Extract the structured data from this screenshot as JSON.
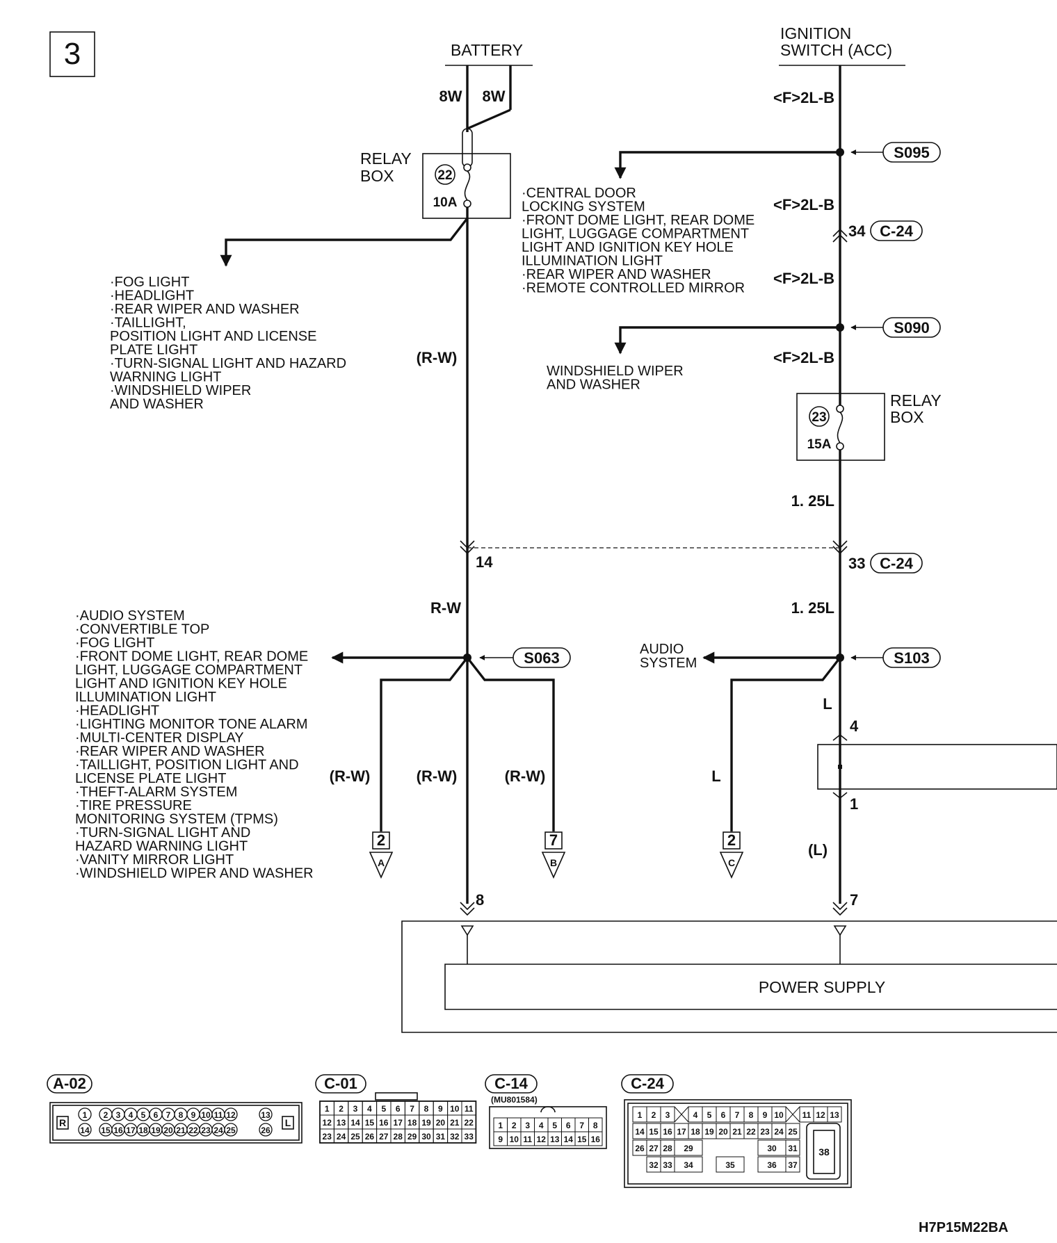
{
  "page_number": "3",
  "diagram_code": "H7P15M22BA",
  "sources": {
    "battery": "BATTERY",
    "ignition_line1": "IGNITION",
    "ignition_line2": "SWITCH (ACC)"
  },
  "wire_labels": {
    "bat_left": "8W",
    "bat_right": "8W",
    "ign_top": "<F>2L-B",
    "ign_2": "<F>2L-B",
    "ign_3": "<F>2L-B",
    "ign_4": "<F>2L-B",
    "left_paren": "(R-W)",
    "left_rw": "R-W",
    "right_125a": "1. 25L",
    "right_125b": "1. 25L",
    "right_L": "L",
    "right_paren_L": "(L)",
    "branch_a": "(R-W)",
    "branch_mid": "(R-W)",
    "branch_b": "(R-W)",
    "branch_c": "L"
  },
  "relay_box_left": {
    "line1": "RELAY",
    "line2": "BOX",
    "fuse_no": "22",
    "rating": "10A"
  },
  "relay_box_right": {
    "line1": "RELAY",
    "line2": "BOX",
    "fuse_no": "23",
    "rating": "15A"
  },
  "splices": {
    "s095": "S095",
    "s090": "S090",
    "s063": "S063",
    "s103": "S103"
  },
  "connector_pins": {
    "c24_34": "34",
    "c24_34_conn": "C-24",
    "c24_33": "33",
    "c24_33_conn": "C-24",
    "pin14": "14",
    "pin4": "4",
    "pin1": "1",
    "pin8": "8",
    "pin7": "7"
  },
  "relay_fuse_branch": [
    "·FOG LIGHT",
    "·HEADLIGHT",
    "·REAR WIPER AND WASHER",
    "·TAILLIGHT,",
    " POSITION LIGHT AND LICENSE",
    " PLATE LIGHT",
    "·TURN-SIGNAL LIGHT AND HAZARD",
    " WARNING LIGHT",
    "·WINDSHIELD WIPER",
    " AND WASHER"
  ],
  "s095_branch": [
    "·CENTRAL DOOR",
    " LOCKING SYSTEM",
    "·FRONT DOME LIGHT, REAR DOME",
    " LIGHT, LUGGAGE COMPARTMENT",
    " LIGHT AND IGNITION KEY HOLE",
    " ILLUMINATION LIGHT",
    "·REAR WIPER AND WASHER",
    "·REMOTE CONTROLLED MIRROR"
  ],
  "s090_branch": [
    "WINDSHIELD WIPER",
    "AND WASHER"
  ],
  "s063_branch": [
    "·AUDIO SYSTEM",
    "·CONVERTIBLE TOP",
    "·FOG LIGHT",
    "·FRONT DOME LIGHT, REAR DOME",
    " LIGHT, LUGGAGE COMPARTMENT",
    " LIGHT AND IGNITION KEY HOLE",
    " ILLUMINATION LIGHT",
    "·HEADLIGHT",
    "·LIGHTING MONITOR TONE ALARM",
    "·MULTI-CENTER DISPLAY",
    "·REAR WIPER AND WASHER",
    "·TAILLIGHT, POSITION LIGHT AND",
    " LICENSE PLATE LIGHT",
    "·THEFT-ALARM SYSTEM",
    "·TIRE PRESSURE",
    " MONITORING SYSTEM (TPMS)",
    "·TURN-SIGNAL LIGHT AND",
    " HAZARD WARNING LIGHT",
    "·VANITY MIRROR LIGHT",
    "·WINDSHIELD WIPER AND WASHER"
  ],
  "s103_branch": {
    "line1": "AUDIO",
    "line2": "SYSTEM"
  },
  "continuations": {
    "a_page": "2",
    "a_letter": "A",
    "b_page": "7",
    "b_letter": "B",
    "c_page": "2",
    "c_letter": "C"
  },
  "power_supply": "POWER SUPPLY",
  "connectors": {
    "a02": {
      "label": "A-02",
      "left_mark": "R",
      "right_mark": "L",
      "row1": [
        "1",
        "2",
        "3",
        "4",
        "5",
        "6",
        "7",
        "8",
        "9",
        "10",
        "11",
        "12",
        "13"
      ],
      "row2": [
        "14",
        "15",
        "16",
        "17",
        "18",
        "19",
        "20",
        "21",
        "22",
        "23",
        "24",
        "25",
        "26"
      ]
    },
    "c01": {
      "label": "C-01",
      "rows": [
        [
          "1",
          "2",
          "3",
          "4",
          "5",
          "6",
          "7",
          "8",
          "9",
          "10",
          "11"
        ],
        [
          "12",
          "13",
          "14",
          "15",
          "16",
          "17",
          "18",
          "19",
          "20",
          "21",
          "22"
        ],
        [
          "23",
          "24",
          "25",
          "26",
          "27",
          "28",
          "29",
          "30",
          "31",
          "32",
          "33"
        ]
      ]
    },
    "c14": {
      "label": "C-14",
      "part_no": "(MU801584)",
      "rows": [
        [
          "1",
          "2",
          "3",
          "4",
          "5",
          "6",
          "7",
          "8"
        ],
        [
          "9",
          "10",
          "11",
          "12",
          "13",
          "14",
          "15",
          "16"
        ]
      ]
    },
    "c24": {
      "label": "C-24",
      "row1": [
        "1",
        "2",
        "3",
        "4",
        "5",
        "6",
        "7",
        "8",
        "9",
        "10",
        "11",
        "12",
        "13"
      ],
      "row2": [
        "14",
        "15",
        "16",
        "17",
        "18",
        "19",
        "20",
        "21",
        "22",
        "23",
        "24",
        "25"
      ],
      "row3": [
        "26",
        "27",
        "28",
        "29",
        "30",
        "31"
      ],
      "row4": [
        "32",
        "33",
        "34",
        "35",
        "36",
        "37"
      ],
      "big": "38"
    }
  }
}
